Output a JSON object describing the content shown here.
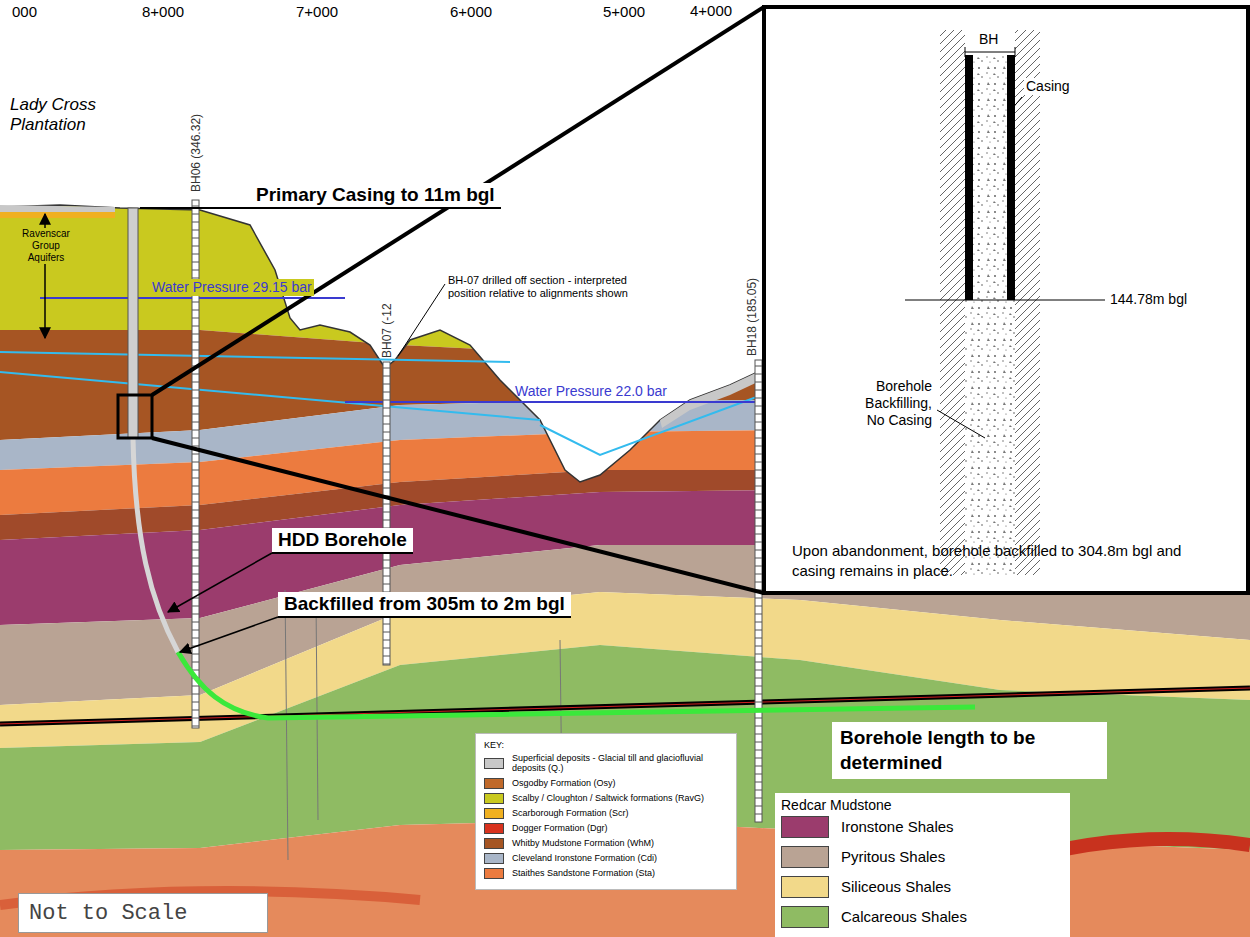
{
  "diagram": {
    "nodes": [
      {
        "text": [
          "Primary Casing to 11m bgl"
        ]
      },
      {
        "text": [
          "Upon abandonment, borehole backfilled to 304.8m bgl and casing remains in place."
        ]
      },
      {
        "text": [
          "HDD Borehole"
        ]
      },
      {
        "text": [
          "Backfilled from 305m to 2m bgl"
        ]
      },
      {
        "text": [
          "Borehole length to be determined"
        ]
      },
      {
        "text": [
          "Not to Scale"
        ]
      }
    ],
    "labels": [
      "000",
      "8+000",
      "7+000",
      "6+000",
      "5+000",
      "4+000",
      "Lady Cross Plantation",
      "BH06 (346.32)",
      "BH07 (-12",
      "BH18 (185.05)",
      "Ravenscar Group Aquifers",
      "Water Pressure 29.15 bar",
      "Water Pressure 22.0 bar",
      "BH-07 drilled off section - interpreted position relative to alignments shown",
      "BH",
      "Casing",
      "144.78m bgl",
      "Borehole Backfilling, No Casing",
      "KEY:",
      "Redcar Mudstone"
    ],
    "legend": [
      {
        "text": "Superficial deposits - Glacial till and glaciofluvial deposits (Q.)",
        "color": "#c8c8c8"
      },
      {
        "text": "Osgodby Formation (Osy)",
        "color": "#c0692a"
      },
      {
        "text": "Scalby / Cloughton / Saltwick formations (RavG)",
        "color": "#c9c91f"
      },
      {
        "text": "Scarborough Formation (Scr)",
        "color": "#f0b020"
      },
      {
        "text": "Dogger Formation (Dgr)",
        "color": "#d8321e"
      },
      {
        "text": "Whitby Mudstone Formation (WhM)",
        "color": "#a65523"
      },
      {
        "text": "Cleveland Ironstone Formation (Cdi)",
        "color": "#a9b6c8"
      },
      {
        "text": "Staithes Sandstone Formation (Sta)",
        "color": "#ec7b3f"
      },
      {
        "text": "Ironstone Shales",
        "color": "#9b3c6d"
      },
      {
        "text": "Pyritous Shales",
        "color": "#b9a394"
      },
      {
        "text": "Siliceous Shales",
        "color": "#f2d98a"
      },
      {
        "text": "Calcareous Shales",
        "color": "#8fbb63"
      }
    ]
  }
}
